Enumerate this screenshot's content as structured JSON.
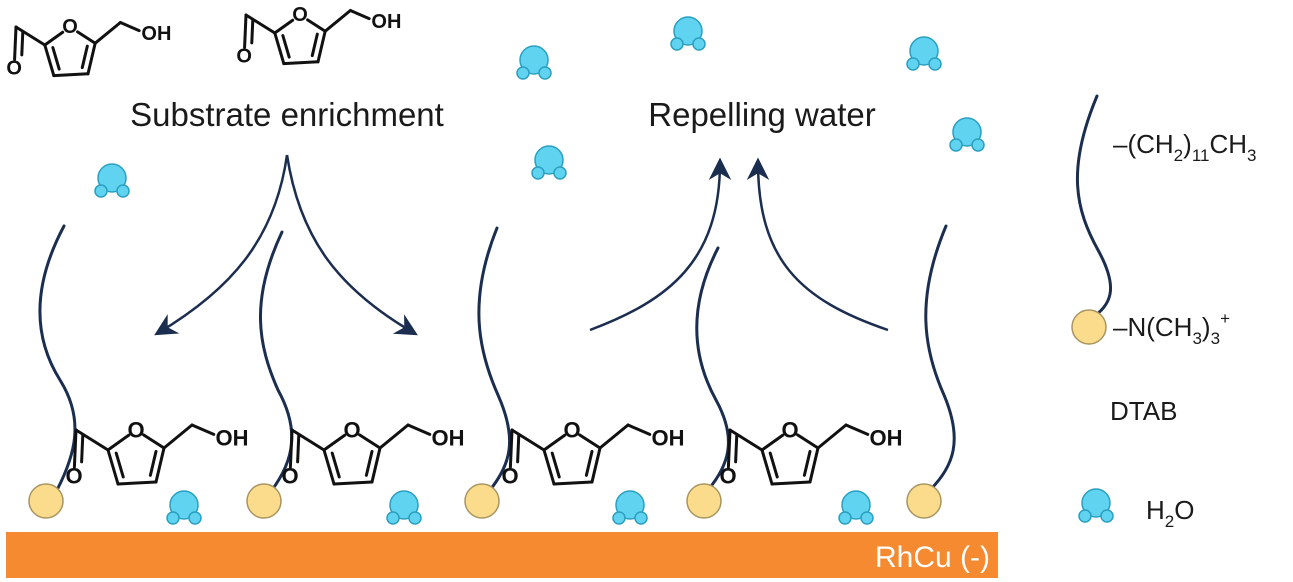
{
  "labels": {
    "substrate_enrichment": "Substrate enrichment",
    "repelling_water": "Repelling water",
    "electrode": "RhCu (-)"
  },
  "molecule": {
    "hydroxyl": "OH",
    "carbonyl_oxygen": "O",
    "ring_oxygen": "O"
  },
  "legend": {
    "tail_prefix": "–(CH",
    "tail_sub1": "2",
    "tail_mid": ")",
    "tail_sub2": "11",
    "tail_suffix": "CH",
    "tail_sub3": "3",
    "head_prefix": "–N(CH",
    "head_sub": "3",
    "head_mid": ")",
    "head_sub2": "3",
    "head_sup": "+",
    "surfactant": "DTAB",
    "water_H": "H",
    "water_sub": "2",
    "water_O": "O"
  },
  "colors": {
    "electrode": "#f58a30",
    "headgroup_fill": "#fbdc8c",
    "headgroup_stroke": "#a89562",
    "water_fill": "#5fd3ef",
    "water_stroke": "#2b9fc0",
    "chain": "#1c2e4f",
    "bond": "#111111"
  },
  "icons": {
    "headgroup": "yellow-circle-icon",
    "water": "water-molecule-icon",
    "arrow": "curved-arrow-icon"
  }
}
